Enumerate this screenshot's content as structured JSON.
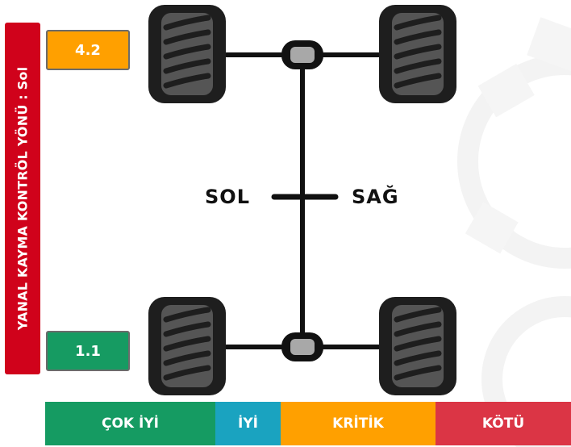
{
  "side_banner": {
    "text": "YANAL KAYMA KONTRÖL YÖNÜ : Sol",
    "color": "#d0021b"
  },
  "front_axle": {
    "value": "4.2",
    "status_color": "#ffa000"
  },
  "rear_axle": {
    "value": "1.1",
    "status_color": "#169b62"
  },
  "direction_labels": {
    "left": "SOL",
    "right": "SAĞ"
  },
  "legend": {
    "items": [
      {
        "label": "ÇOK İYİ",
        "color": "#159b62"
      },
      {
        "label": "İYİ",
        "color": "#1aa3c0"
      },
      {
        "label": "KRİTİK",
        "color": "#ffa000"
      },
      {
        "label": "KÖTÜ",
        "color": "#db3545"
      }
    ]
  },
  "icons": [
    "gear-watermark-icon",
    "tire-icon",
    "axle-diagram-icon"
  ]
}
